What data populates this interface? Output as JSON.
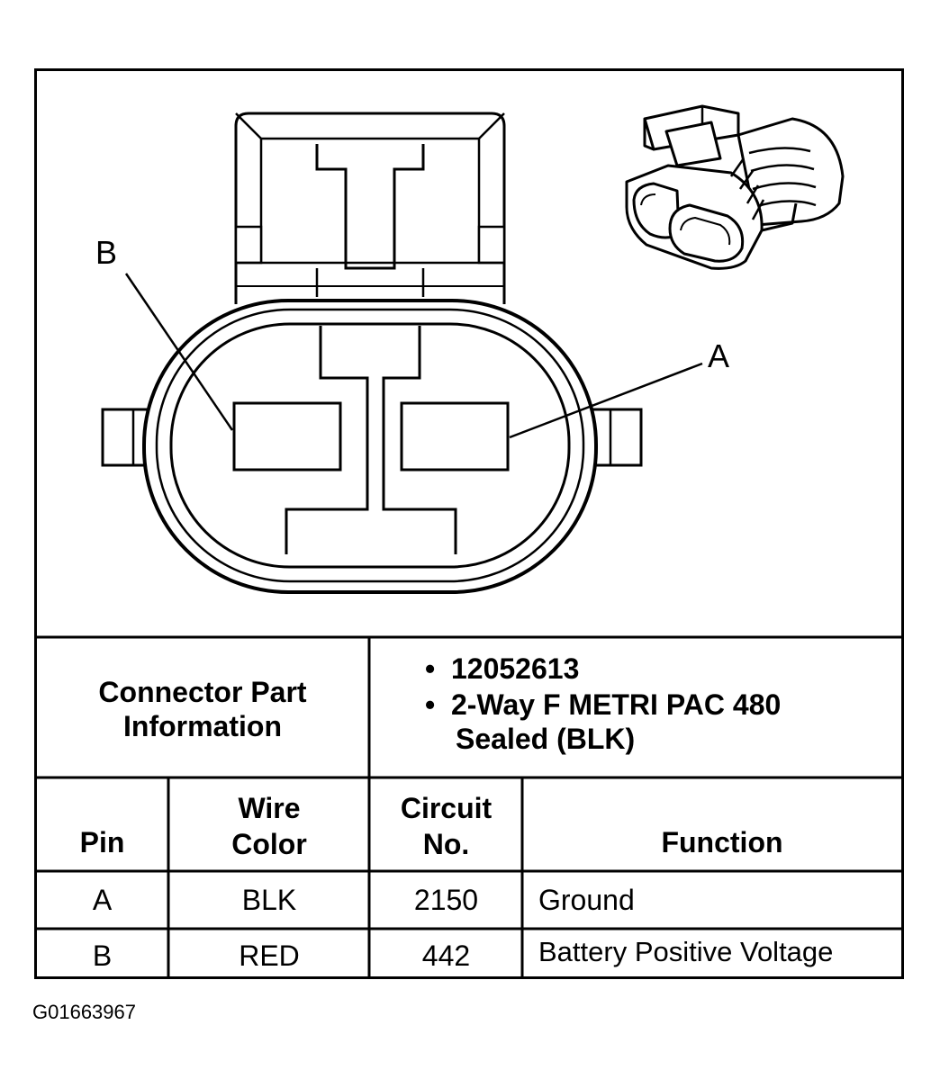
{
  "diagram": {
    "labels": {
      "pin_b": "B",
      "pin_a": "A"
    },
    "icons": [
      "connector-face-view-icon",
      "connector-3d-view-icon"
    ]
  },
  "connector_info": {
    "heading_line1": "Connector Part",
    "heading_line2": "Information",
    "bullet_1": "12052613",
    "bullet_2_line1": "2-Way F METRI PAC 480",
    "bullet_2_line2": "Sealed (BLK)"
  },
  "table": {
    "headers": {
      "pin": "Pin",
      "wire_color_line1": "Wire",
      "wire_color_line2": "Color",
      "circuit_line1": "Circuit",
      "circuit_line2": "No.",
      "function": "Function"
    },
    "rows": [
      {
        "pin": "A",
        "wire_color": "BLK",
        "circuit": "2150",
        "function": "Ground"
      },
      {
        "pin": "B",
        "wire_color": "RED",
        "circuit": "442",
        "function": "Battery Positive Voltage"
      }
    ]
  },
  "figure_id": "G01663967"
}
